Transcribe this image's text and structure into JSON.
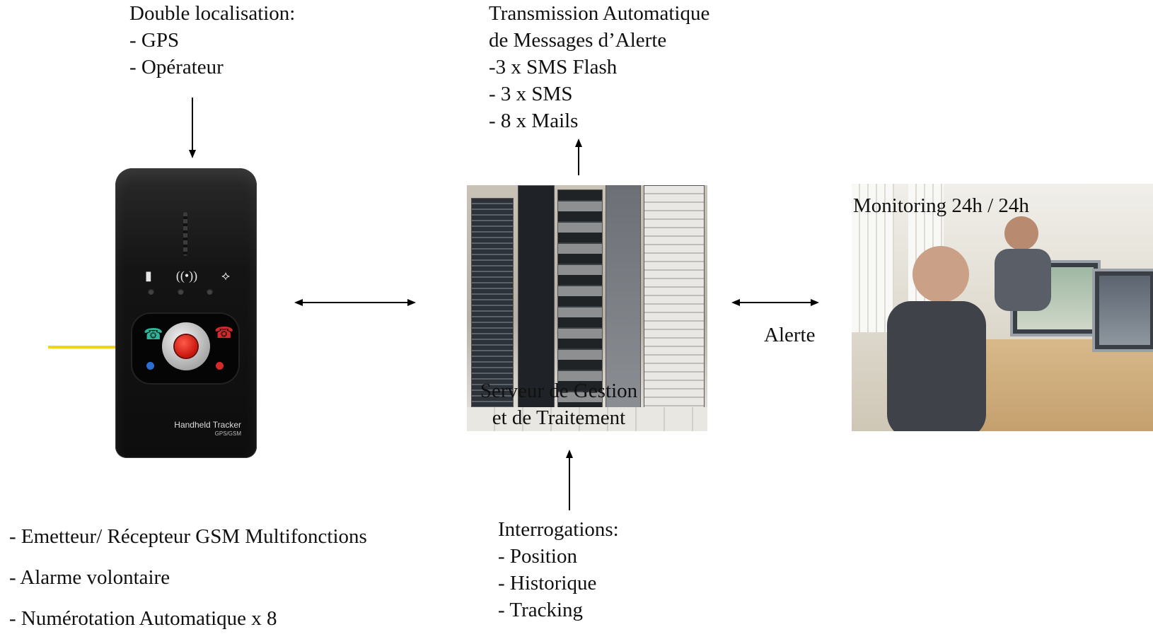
{
  "top_left": {
    "title": "Double localisation:",
    "items": [
      "- GPS",
      "- Opérateur"
    ]
  },
  "top_center": {
    "title": "Transmission Automatique",
    "subtitle": "de Messages d’Alerte",
    "items": [
      "-3 x SMS Flash",
      "- 3 x SMS",
      "- 8 x Mails"
    ]
  },
  "device": {
    "brand": "Handheld Tracker",
    "brand_sub": "GPS/GSM",
    "indicator_icons": [
      "battery-icon",
      "gsm-signal-icon",
      "satellite-icon"
    ],
    "sos_pointer_color": "#f2d21b"
  },
  "server": {
    "caption_line1": "Serveur de Gestion",
    "caption_line2": "et de Traitement"
  },
  "monitoring": {
    "caption": "Monitoring 24h / 24h"
  },
  "alert_label": "Alerte",
  "bottom_left": {
    "items": [
      "- Emetteur/ Récepteur GSM Multifonctions",
      "- Alarme volontaire",
      "- Numérotation Automatique x 8"
    ]
  },
  "bottom_center": {
    "title": "Interrogations:",
    "items": [
      "- Position",
      "- Historique",
      "- Tracking"
    ]
  }
}
